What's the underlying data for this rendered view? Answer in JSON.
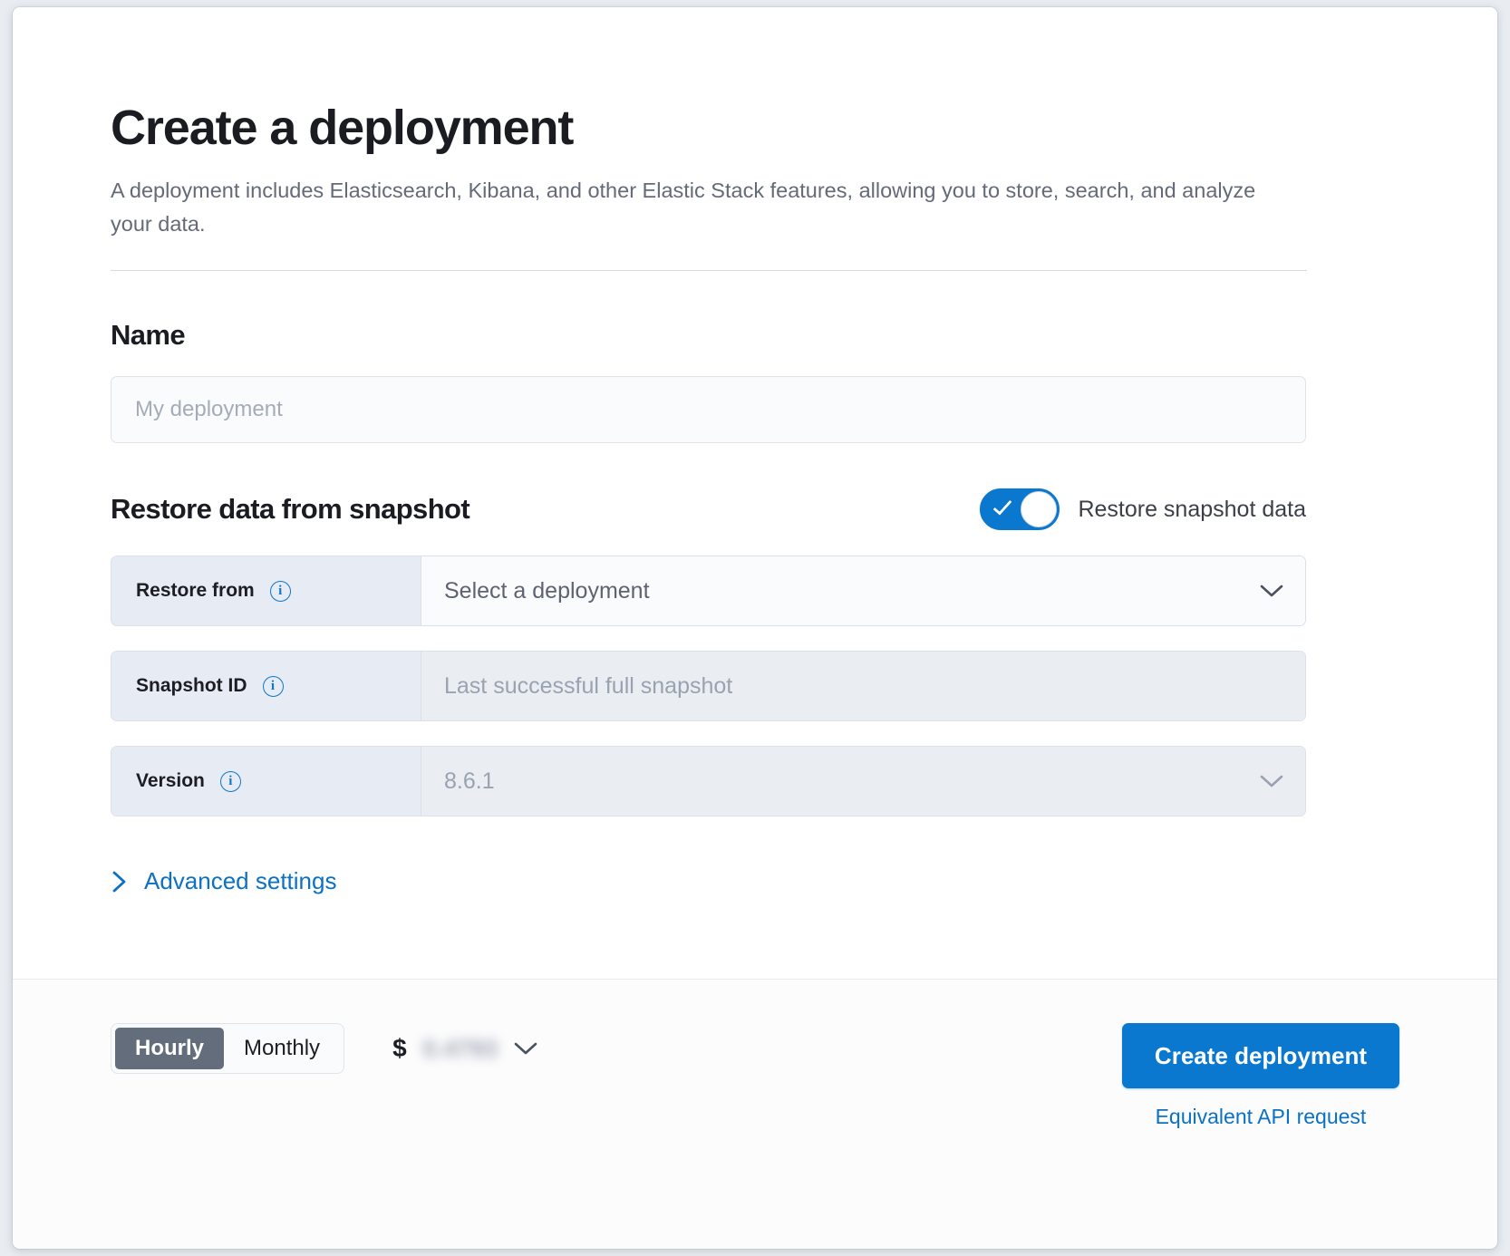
{
  "header": {
    "title": "Create a deployment",
    "subtitle": "A deployment includes Elasticsearch, Kibana, and other Elastic Stack features, allowing you to store, search, and analyze your data."
  },
  "name_section": {
    "title": "Name",
    "input_placeholder": "My deployment",
    "input_value": ""
  },
  "restore_section": {
    "title": "Restore data from snapshot",
    "toggle_label": "Restore snapshot data",
    "toggle_on": true,
    "rows": [
      {
        "label": "Restore from",
        "info_icon": "info-icon",
        "value": "Select a deployment",
        "has_chevron": true,
        "disabled": false
      },
      {
        "label": "Snapshot ID",
        "info_icon": "info-icon",
        "value": "Last successful full snapshot",
        "has_chevron": false,
        "disabled": true
      },
      {
        "label": "Version",
        "info_icon": "info-icon",
        "value": "8.6.1",
        "has_chevron": true,
        "disabled": true
      }
    ],
    "advanced_settings_label": "Advanced settings",
    "advanced_icon": "chevron-right-icon"
  },
  "footer": {
    "billing_options": [
      "Hourly",
      "Monthly"
    ],
    "billing_selected": "Hourly",
    "price_currency_symbol": "$",
    "price_value": "0.4793",
    "price_redacted": true,
    "price_chevron_icon": "chevron-down-icon",
    "create_button_label": "Create deployment",
    "api_link_label": "Equivalent API request"
  },
  "colors": {
    "accent_blue": "#0b78d0",
    "link_blue": "#0b71c4",
    "segment_active": "#646d7c",
    "prepend_bg": "#e7ebf3",
    "disabled_field_bg": "#eaeef3"
  }
}
